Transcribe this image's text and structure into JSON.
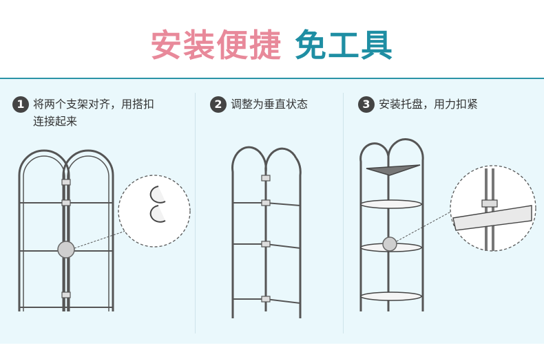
{
  "title": {
    "part1": "安装便捷",
    "part2": "免工具"
  },
  "steps": [
    {
      "number": "1",
      "line1": "将两个支架对齐，用搭扣",
      "line2": "连接起来"
    },
    {
      "number": "2",
      "line1": "调整为垂直状态",
      "line2": ""
    },
    {
      "number": "3",
      "line1": "安装托盘，用力扣紧",
      "line2": ""
    }
  ],
  "colors": {
    "title_pink": "#e8899a",
    "title_teal": "#1e8ea3",
    "panel_bg": "#eaf8fc",
    "step_badge": "#444444"
  }
}
